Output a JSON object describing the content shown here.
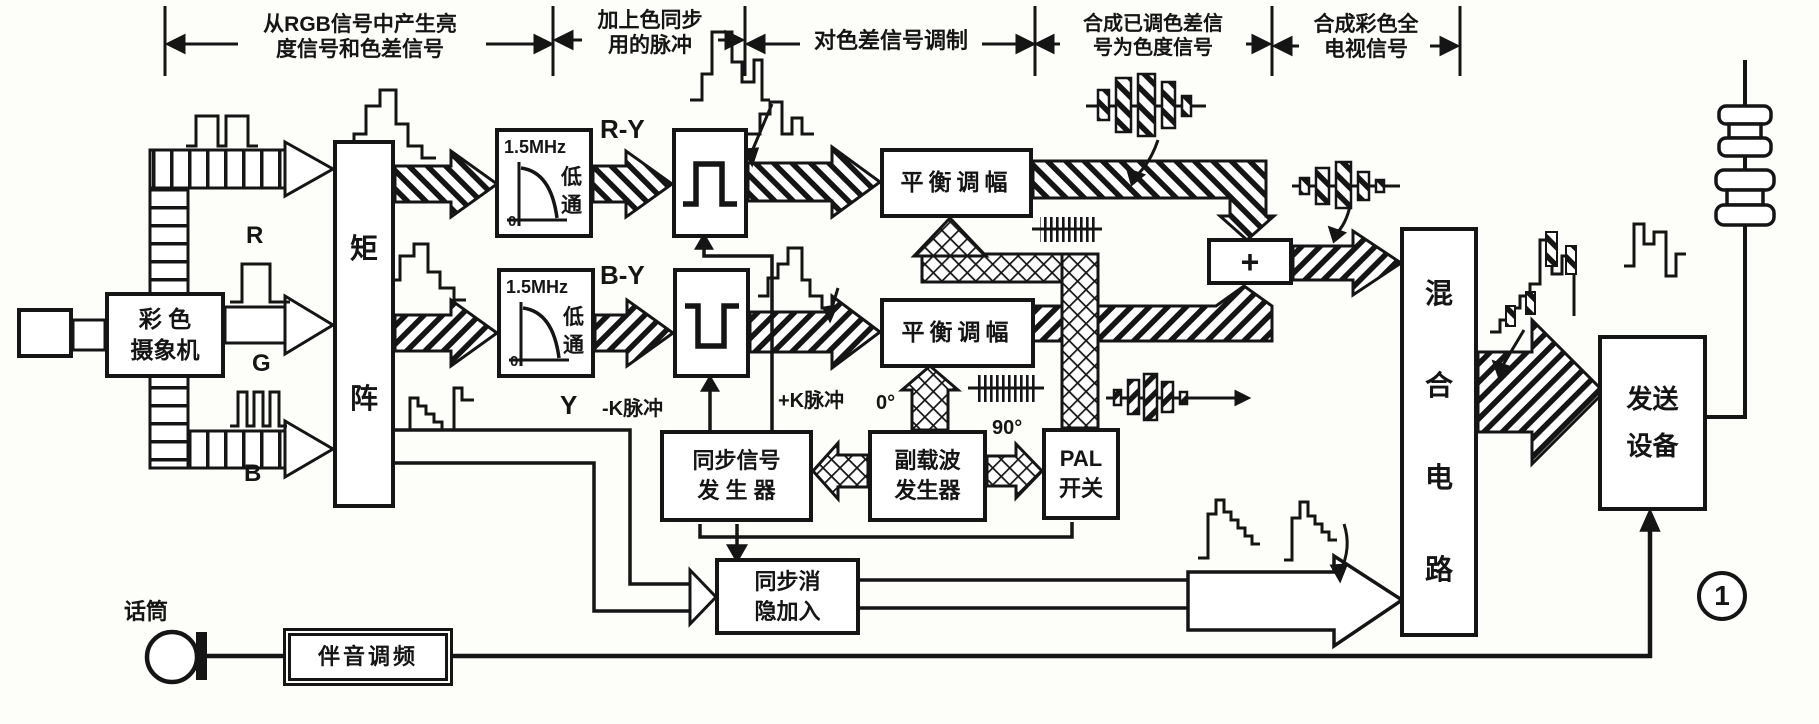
{
  "header": {
    "sections": [
      {
        "label": "从RGB信号中产生亮\n度信号和色差信号"
      },
      {
        "label": "加上色同步\n用的脉冲"
      },
      {
        "label": "对色差信号调制"
      },
      {
        "label": "合成已调色差信\n号为色度信号"
      },
      {
        "label": "合成彩色全\n电视信号"
      }
    ]
  },
  "blocks": {
    "camera": "彩  色\n摄象机",
    "matrix": "矩\n阵",
    "lpf": {
      "freq": "1.5MHz",
      "low": "低",
      "pass": "通",
      "zero": "0"
    },
    "modulator1": "平衡调幅",
    "modulator2": "平衡调幅",
    "sync_generator": "同步信号\n发 生 器",
    "subcarrier_generator": "副载波\n发生器",
    "pal_switch": "PAL\n开关",
    "adder": "+",
    "mixer": "混\n合\n电\n路",
    "sync_blank_insert": "同步消\n隐加入",
    "transmitter": "发送\n设备",
    "audio_fm": "伴音调频"
  },
  "labels": {
    "r": "R",
    "g": "G",
    "b": "B",
    "y": "Y",
    "r_y": "R-Y",
    "b_y": "B-Y",
    "minus_k": "-K脉冲",
    "plus_k": "+K脉冲",
    "deg0": "0°",
    "deg90": "90°",
    "mic": "话筒",
    "figure_mark": "1"
  }
}
